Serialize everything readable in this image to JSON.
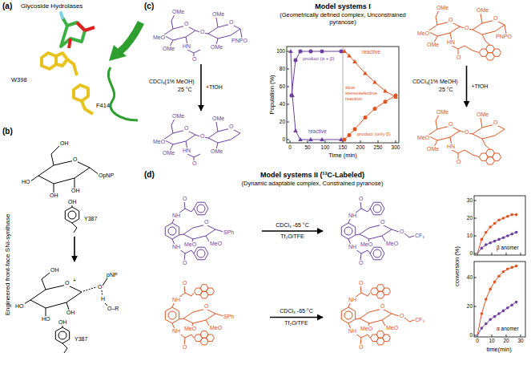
{
  "diagram": {
    "nodes": [
      {
        "text": [
          "OH",
          "HO",
          "O",
          "OpNP",
          "OH",
          "OH",
          "OH",
          "Y387"
        ]
      },
      {
        "text": [
          "OH",
          "HO",
          "HO",
          "OH",
          "O",
          "+",
          "O",
          "pNP",
          "H",
          "O–R",
          "OH",
          "Y387"
        ]
      },
      {
        "text": [
          "OMe",
          "MeO",
          "OMe",
          "O",
          "HN",
          "O",
          "O",
          "O",
          "OMe",
          "OMe",
          "PNPO"
        ]
      },
      {
        "text": [
          "OMe",
          "MeO",
          "OMe",
          "O",
          "HN",
          "O",
          "O",
          "O",
          "OMe",
          "OMe"
        ]
      },
      {
        "text": [
          "OMe",
          "MeO",
          "OMe",
          "O",
          "HN",
          "O",
          "O",
          "O",
          "OMe",
          "PNPO"
        ]
      },
      {
        "text": [
          "OMe",
          "MeO",
          "OMe",
          "O",
          "HN",
          "O",
          "O",
          "O",
          "OMe"
        ]
      },
      {
        "text": [
          "O",
          "NH",
          "O",
          "SPh",
          "MeO",
          "MeO",
          "NH",
          "O"
        ]
      },
      {
        "text": [
          "O",
          "NH",
          "O",
          "O",
          "CF₃",
          "MeO",
          "MeO",
          "NH",
          "O"
        ]
      },
      {
        "text": [
          "O",
          "NH",
          "O",
          "SPh",
          "MeO",
          "MeO",
          "NH",
          "O"
        ]
      },
      {
        "text": [
          "O",
          "NH",
          "O",
          "O",
          "CF₃",
          "MeO",
          "MeO",
          "NH",
          "O"
        ]
      }
    ],
    "edges": [
      {
        "from": 0,
        "to": 1,
        "arrow": "to"
      },
      {
        "from": 2,
        "to": 3,
        "label": "+TfOH",
        "arrow": "to"
      },
      {
        "from": 4,
        "to": 5,
        "label": "+TfOH",
        "arrow": "to"
      },
      {
        "from": 6,
        "to": 7,
        "label": "Tf₂O/TFE",
        "arrow": "to"
      },
      {
        "from": 8,
        "to": 9,
        "label": "Tf₂O/TFE",
        "arrow": "to"
      }
    ],
    "labels": [
      "(a)",
      "Glycoside Hydrolases",
      "W398",
      "F414",
      "(b)",
      "Engineered front-face SNi-synthase",
      "(c)",
      "Model systems I",
      "(Geometrically defined complex, Unconstrained pyranose)",
      "CDCl₃(1% MeOH)",
      "25 °C",
      "CDCl₃(1% MeOH)",
      "25 °C",
      "Population (%)",
      "Time (min)",
      "100",
      "80",
      "60",
      "40",
      "20",
      "0",
      "0",
      "50",
      "100",
      "150",
      "200",
      "250",
      "300",
      "product (α + β)",
      "reactive",
      "reactive",
      "slow stereoselective reaction",
      "product (only β)",
      "(d)",
      "Model systems II (¹³C-Labeled)",
      "(Dynamic adaptable complex, Constrained pyranose)",
      "CDCl₃ -65 °C",
      "CDCl₃ -65 °C",
      "conversion (%)",
      "time(min)",
      "β anomer",
      "α anomer",
      "30",
      "20",
      "10",
      "0",
      "40",
      "20",
      "0",
      "0",
      "10",
      "20",
      "30"
    ]
  }
}
